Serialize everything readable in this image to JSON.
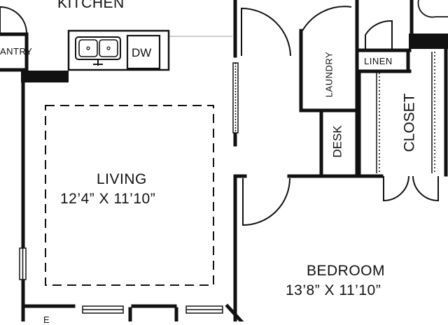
{
  "rooms": {
    "kitchen": {
      "name": "KITCHEN"
    },
    "pantry": {
      "name": "ANTRY"
    },
    "dishwasher": {
      "name": "DW"
    },
    "living": {
      "name": "LIVING",
      "dimensions": "12’4” X 11’10”"
    },
    "laundry": {
      "name": "LAUNDRY"
    },
    "linen": {
      "name": "LINEN"
    },
    "closet": {
      "name": "CLOSET"
    },
    "desk": {
      "name": "DESK"
    },
    "bedroom": {
      "name": "BEDROOM",
      "dimensions": "13’8” X 11’10”"
    },
    "bottom_partial": {
      "name": "E"
    }
  },
  "colors": {
    "wall": "#111111",
    "background": "#ffffff",
    "soft_line": "#bdbdbd"
  }
}
